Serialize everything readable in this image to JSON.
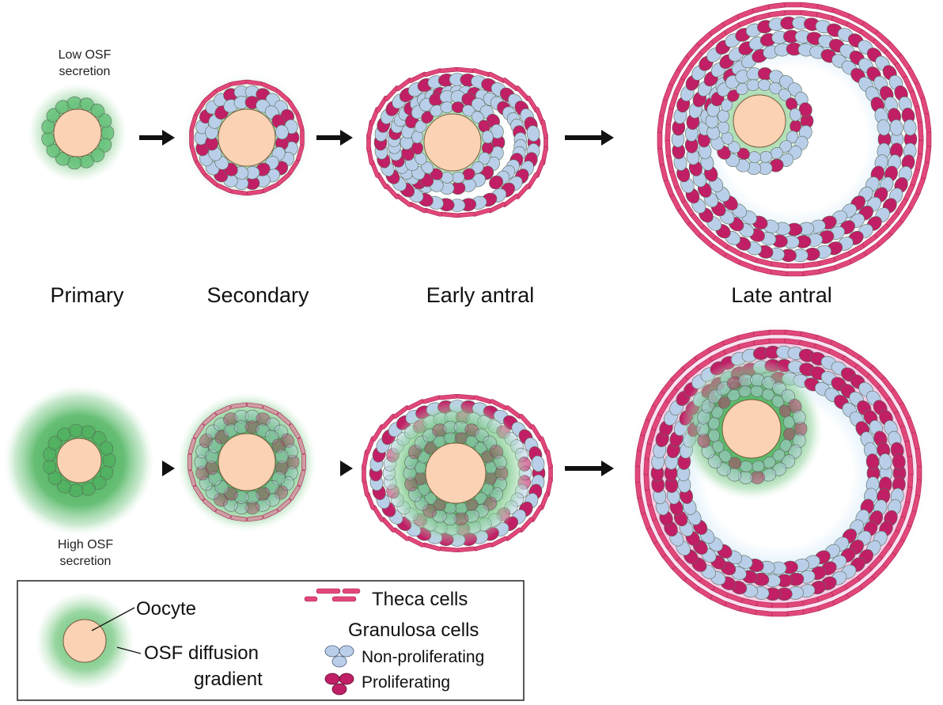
{
  "stages": {
    "primary": "Primary",
    "secondary": "Secondary",
    "early_antral": "Early antral",
    "late_antral": "Late antral"
  },
  "rows": {
    "low": {
      "label_line1": "Low OSF",
      "label_line2": "secretion"
    },
    "high": {
      "label_line1": "High OSF",
      "label_line2": "secretion"
    }
  },
  "legend": {
    "oocyte": "Oocyte",
    "gradient_line1": "OSF diffusion",
    "gradient_line2": "gradient",
    "theca": "Theca cells",
    "granulosa": "Granulosa cells",
    "non_proliferating": "Non-proliferating",
    "proliferating": "Proliferating"
  },
  "colors": {
    "oocyte": "#fbd3b4",
    "osf_gradient": "#52b45e",
    "theca": "#e2477a",
    "non_proliferating": "#b9cfe9",
    "proliferating": "#c01f66",
    "antrum_glow": "#d8ecf8",
    "arrow": "#111111"
  }
}
